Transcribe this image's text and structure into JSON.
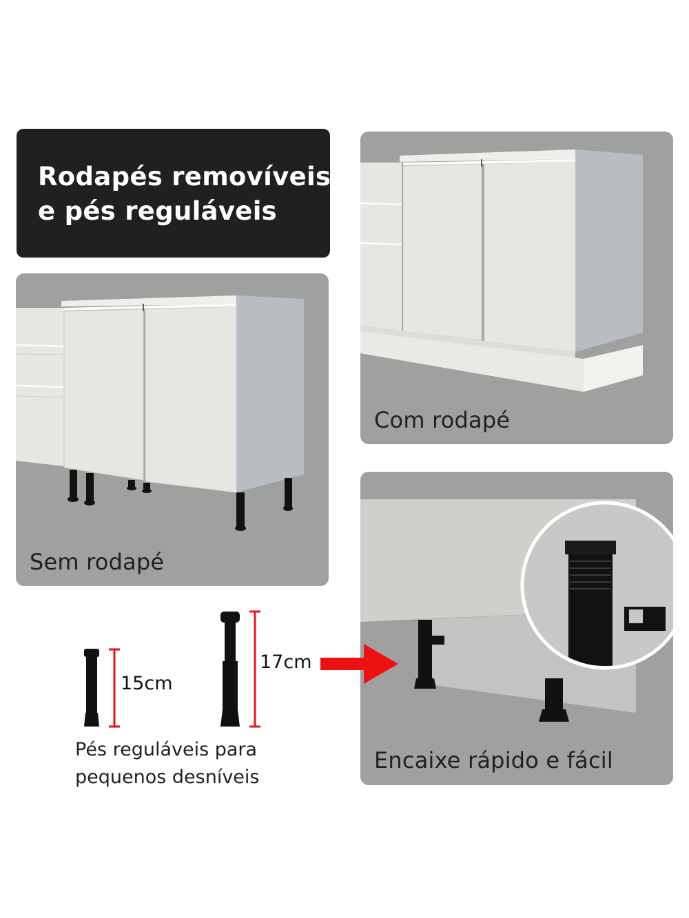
{
  "header": {
    "title_line1": "Rodapés removíveis",
    "title_line2": "e pés reguláveis"
  },
  "panels": {
    "without_plinth": {
      "label": "Sem rodapé",
      "image": "cabinet-with-legs"
    },
    "with_plinth": {
      "label": "Com rodapé",
      "image": "cabinet-with-plinth"
    },
    "quick_fit": {
      "label": "Encaixe rápido e fácil",
      "image": "plinth-clip-detail"
    }
  },
  "legs": {
    "short_height": "15cm",
    "tall_height": "17cm",
    "caption_line1": "Pés reguláveis para",
    "caption_line2": "pequenos desníveis"
  },
  "colors": {
    "title_bg": "#1e2120",
    "panel_bg": "#a0a0a0",
    "cabinet_front": "#e6e6e2",
    "cabinet_side": "#b9bdc2",
    "leg": "#111111",
    "dimension_red": "#e8131b",
    "arrow_red": "#ee1111"
  }
}
